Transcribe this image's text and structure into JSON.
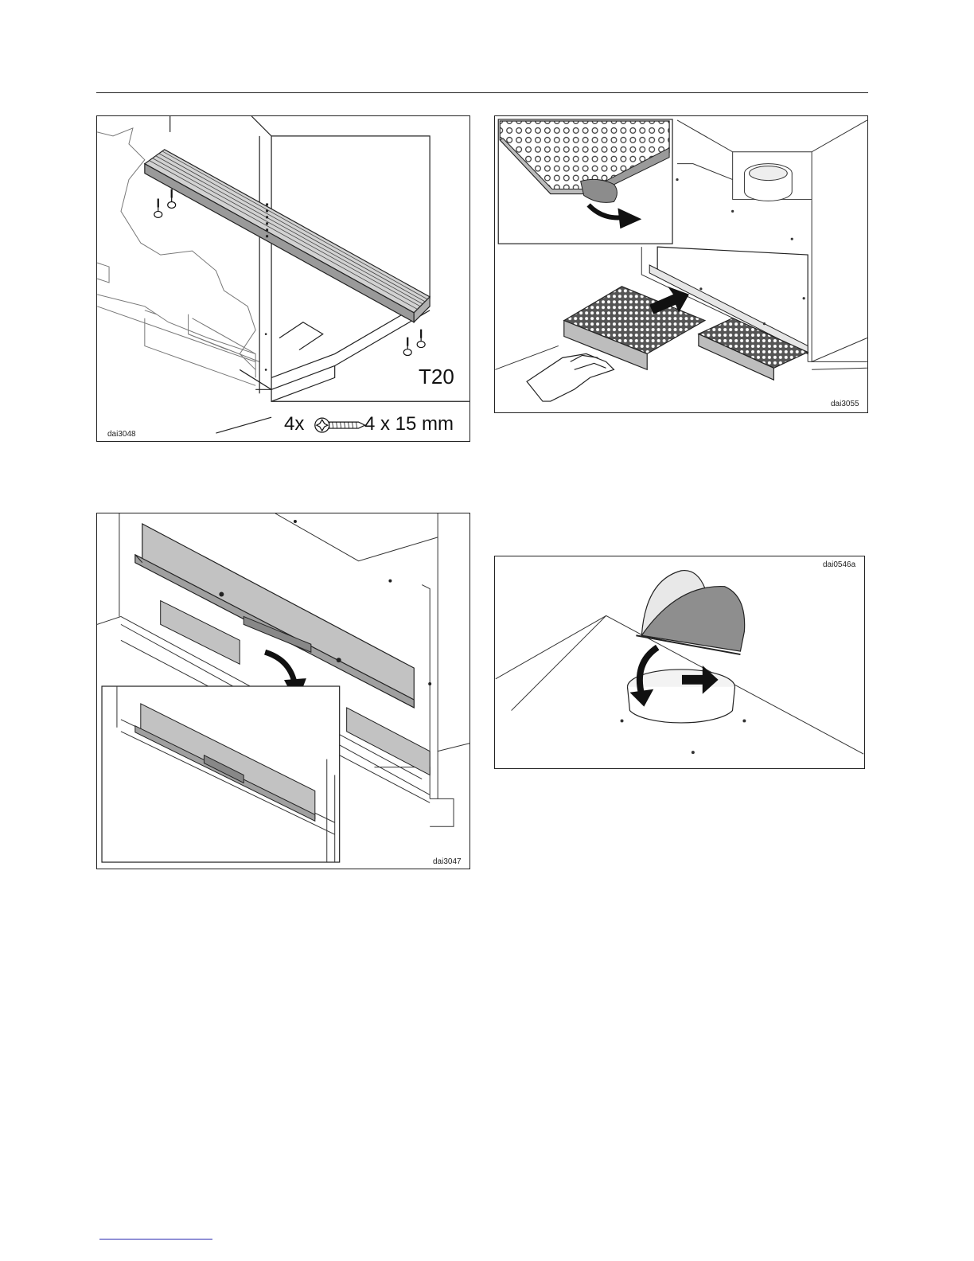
{
  "figures": {
    "fig1": {
      "code": "dai3048",
      "tool": "T20",
      "screw_count": "4x",
      "screw_size": "4 x 15 mm"
    },
    "fig2": {
      "code": "dai3055"
    },
    "fig3": {
      "code": "dai3047"
    },
    "fig4": {
      "code": "dai0546a"
    }
  },
  "colors": {
    "line": "#222222",
    "panel_gray": "#c8c8c8",
    "dark_gray": "#8c8c8c",
    "link_blue": "#2a2ab0"
  }
}
